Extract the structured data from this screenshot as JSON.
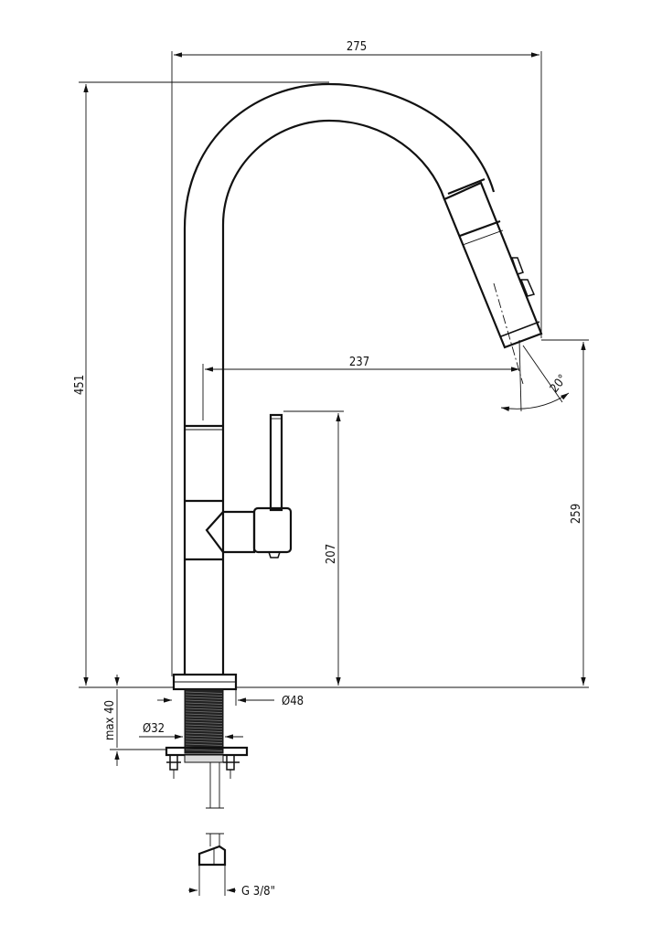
{
  "dimensions": {
    "total_width": "275",
    "total_height": "451",
    "spout_reach": "237",
    "spray_angle": "20°",
    "outlet_height": "259",
    "lever_height": "207",
    "base_diameter": "Ø48",
    "mount_depth": "max 40",
    "shank_diameter": "Ø32",
    "connection_thread": "G 3/8\""
  }
}
